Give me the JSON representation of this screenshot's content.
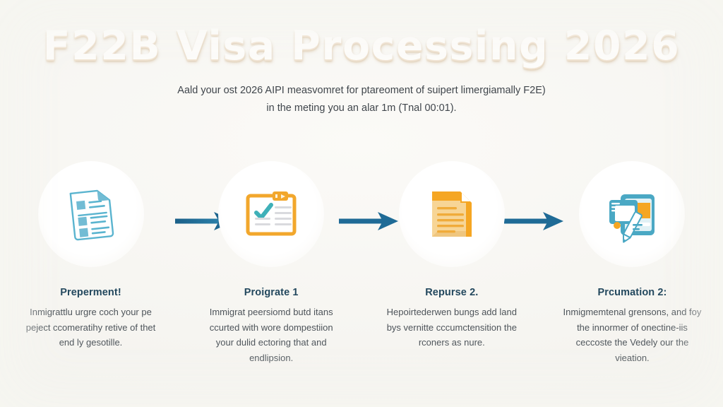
{
  "header": {
    "title": "F22B Visa Processing 2026",
    "subtitle_line1": "Aald your ost 2026 AIPI measvomret for ptareoment of suipert limergiamally F2E)",
    "subtitle_line2": "in the meting you an alar 1m (Tnal 00:01)."
  },
  "colors": {
    "background": "#f6f5f1",
    "title_text": "#fdfcfa",
    "title_shadow": "#f0e3d2",
    "heading_text": "#23485e",
    "body_text": "#4d545a",
    "arrow": "#1f6b96",
    "icon_blue": "#5ab4cf",
    "icon_orange": "#f2a72c",
    "icon_teal": "#4aa8c4",
    "circle_fill": "#ffffff"
  },
  "steps": [
    {
      "id": "step-1",
      "icon": "document-list-icon",
      "icon_label": "document with list lines",
      "heading": "Preperment!",
      "text": "Inmigrattlu urgre coch your pe peject ccomeratihy retive of thet end ly gesotille."
    },
    {
      "id": "step-2",
      "icon": "clipboard-check-icon",
      "icon_label": "clipboard with check mark",
      "heading": "Proigrate 1",
      "text": "Immigrat peersiomd butd itans ccurted with wore dompestiion your dulid ectoring that and endlipsion."
    },
    {
      "id": "step-3",
      "icon": "document-text-icon",
      "icon_label": "filled document with text lines",
      "heading": "Repurse 2.",
      "text": "Hepoirtederwen bungs add land bys vernitte cccumctensition the rconers as nure."
    },
    {
      "id": "step-4",
      "icon": "passport-pen-icon",
      "icon_label": "passport booklet with pen",
      "heading": "Prcumation 2:",
      "text": "Inmigmemtenal grensons, and foy the innormer of onectine-iis ceccoste the Vedely our the vieation."
    }
  ],
  "arrows": [
    {
      "id": "arrow-1",
      "label": "arrow from step 1 to step 2"
    },
    {
      "id": "arrow-2",
      "label": "arrow from step 2 to step 3"
    },
    {
      "id": "arrow-3",
      "label": "arrow from step 3 to step 4"
    }
  ]
}
